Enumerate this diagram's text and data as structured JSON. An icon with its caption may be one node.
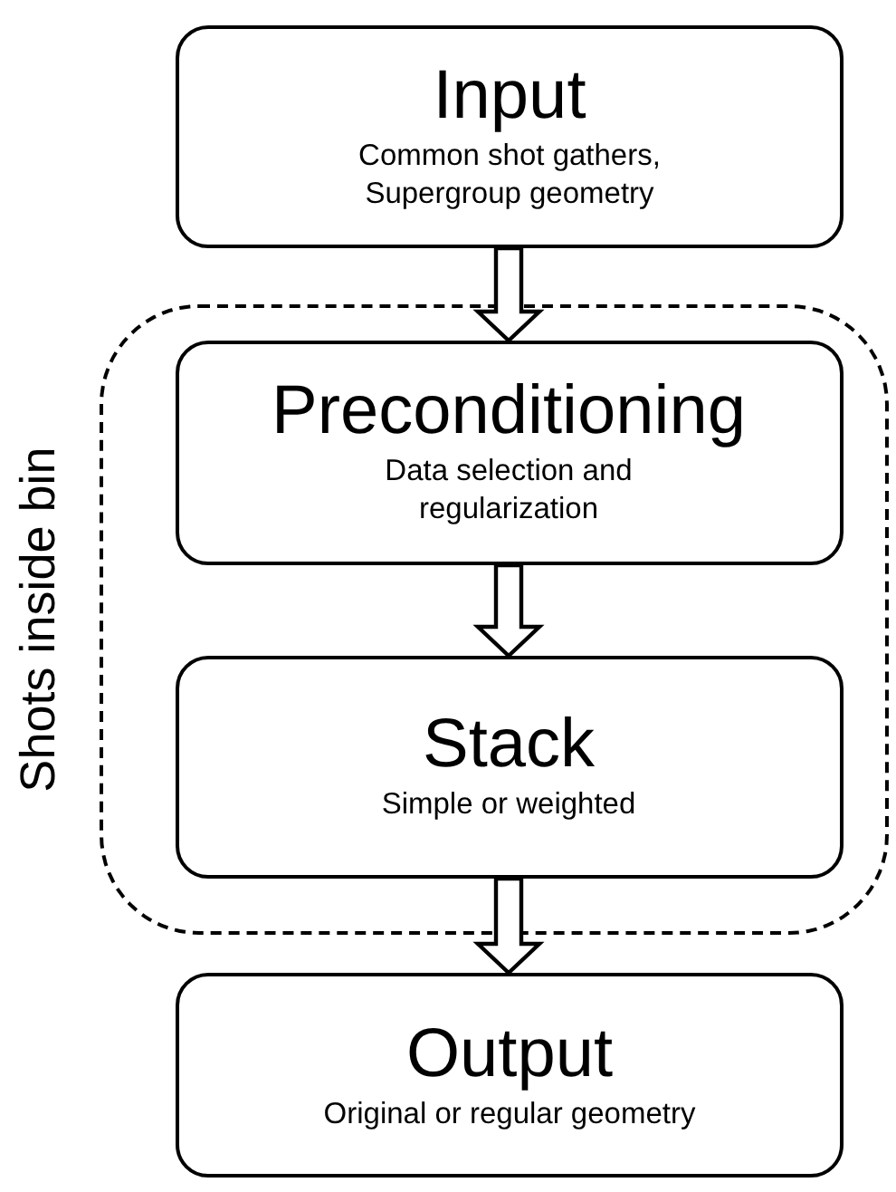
{
  "diagram": {
    "nodes": [
      {
        "text": [
          "Input",
          "Common shot gathers, Supergroup geometry"
        ]
      },
      {
        "text": [
          "Shots inside bin"
        ]
      },
      {
        "text": [
          "Preconditioning",
          "Data selection and regularization"
        ],
        "in": 1
      },
      {
        "text": [
          "Stack",
          "Simple or weighted"
        ],
        "in": 1
      },
      {
        "text": [
          "Output",
          "Original or regular geometry"
        ]
      }
    ],
    "edges": [
      {
        "from": 0,
        "to": 2,
        "arrow": "to"
      },
      {
        "from": 2,
        "to": 3,
        "arrow": "to"
      },
      {
        "from": 3,
        "to": 4,
        "arrow": "to"
      }
    ]
  }
}
